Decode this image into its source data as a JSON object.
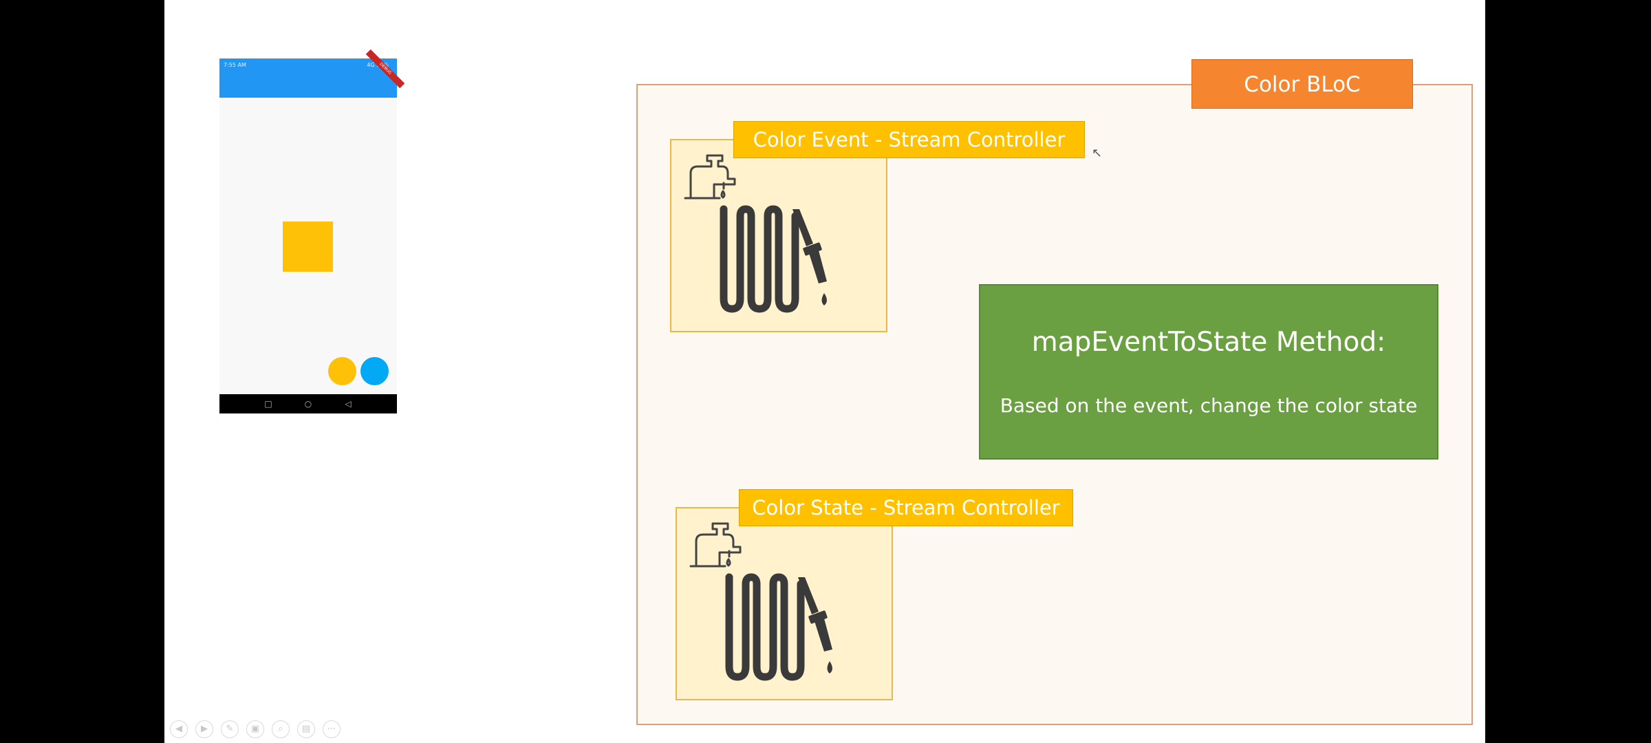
{
  "phone": {
    "status_left": "7:55 AM",
    "status_right": "4G 37%",
    "debug_banner": "DEBUG",
    "colors": {
      "app_bar": "#2196f3",
      "square": "#ffc107",
      "fab_yellow": "#ffc107",
      "fab_blue": "#03a9f4"
    },
    "nav": {
      "recent": "□",
      "home": "○",
      "back": "◁"
    }
  },
  "diagram": {
    "bloc_title": "Color BLoC",
    "event_label": "Color Event - Stream Controller",
    "state_label": "Color State - Stream Controller",
    "method_title": "mapEventToState Method:",
    "method_desc": "Based on the event, change the color state",
    "colors": {
      "bloc_title": "#f5852f",
      "label": "#ffc000",
      "method": "#6aa041",
      "tap_box": "#fff2cc"
    }
  },
  "toolbar": {
    "buttons": [
      {
        "icon": "prev-icon",
        "glyph": "◀"
      },
      {
        "icon": "next-icon",
        "glyph": "▶"
      },
      {
        "icon": "pen-icon",
        "glyph": "✎"
      },
      {
        "icon": "slides-icon",
        "glyph": "▣"
      },
      {
        "icon": "zoom-icon",
        "glyph": "⌕"
      },
      {
        "icon": "subtitles-icon",
        "glyph": "▤"
      },
      {
        "icon": "more-icon",
        "glyph": "⋯"
      }
    ]
  }
}
